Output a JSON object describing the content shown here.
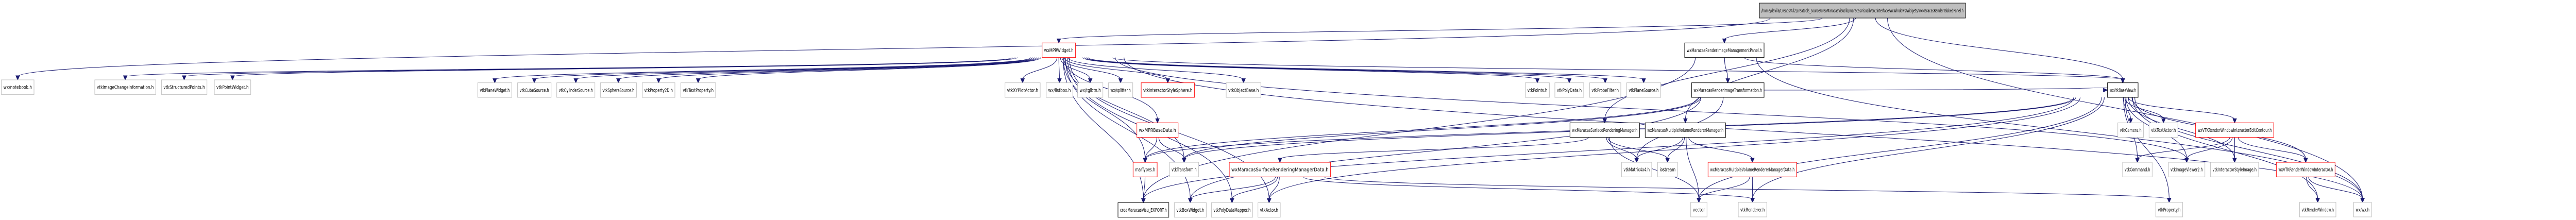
{
  "diagram": {
    "type": "include-dependency-graph",
    "styles": {
      "root": {
        "fill": "#bfbfbf",
        "stroke": "#000000"
      },
      "documented": {
        "fill": "#ffffff",
        "stroke": "#000000"
      },
      "truncated": {
        "fill": "#ffffff",
        "stroke": "#ff0000"
      },
      "external": {
        "fill": "#ffffff",
        "stroke": "#bfbfbf"
      },
      "edge_color": "#191970"
    },
    "nodes": [
      {
        "id": "root",
        "label": "/home/davila/Creatis/All2/creatools_source/creaMaracasVisu/lib/maracasVisuLib/src/interface/wxWindows/widgets/wxMaracasRenderTabbedPanel.h",
        "style": "root"
      },
      {
        "id": "wxMPRWidget",
        "label": "wxMPRWidget.h",
        "style": "truncated"
      },
      {
        "id": "wxMaracasRenderImageManagementPanel",
        "label": "wxMaracasRenderImageManagementPanel.h",
        "style": "documented"
      },
      {
        "id": "wxVtkBaseView",
        "label": "wxVtkBaseView.h",
        "style": "documented"
      },
      {
        "id": "wxMaracasRenderImageTransformation",
        "label": "wxMaracasRenderImageTransformation.h",
        "style": "documented"
      },
      {
        "id": "wxnotebook",
        "label": "wx/notebook.h",
        "style": "external"
      },
      {
        "id": "vtkImageChangeInformation",
        "label": "vtkImageChangeInformation.h",
        "style": "external"
      },
      {
        "id": "vtkStructuredPoints",
        "label": "vtkStructuredPoints.h",
        "style": "external"
      },
      {
        "id": "vtkPointWidget",
        "label": "vtkPointWidget.h",
        "style": "external"
      },
      {
        "id": "vtkPlaneWidget",
        "label": "vtkPlaneWidget.h",
        "style": "external"
      },
      {
        "id": "vtkCubeSource",
        "label": "vtkCubeSource.h",
        "style": "external"
      },
      {
        "id": "vtkCylinderSource",
        "label": "vtkCylinderSource.h",
        "style": "external"
      },
      {
        "id": "vtkSphereSource",
        "label": "vtkSphereSource.h",
        "style": "external"
      },
      {
        "id": "vtkProperty2D",
        "label": "vtkProperty2D.h",
        "style": "external"
      },
      {
        "id": "vtkTextProperty",
        "label": "vtkTextProperty.h",
        "style": "external"
      },
      {
        "id": "vtkXYPlotActor",
        "label": "vtkXYPlotActor.h",
        "style": "external"
      },
      {
        "id": "wxlistbox",
        "label": "wx/listbox.h",
        "style": "external"
      },
      {
        "id": "wxtglbtn",
        "label": "wx/tglbtn.h",
        "style": "external"
      },
      {
        "id": "wxsplitter",
        "label": "wx/splitter.h",
        "style": "external"
      },
      {
        "id": "vtkInteractorStyleSphere",
        "label": "vtkInteractorStyleSphere.h",
        "style": "truncated"
      },
      {
        "id": "vtkObjectBase",
        "label": "vtkObjectBase.h",
        "style": "external"
      },
      {
        "id": "vtkPoints",
        "label": "vtkPoints.h",
        "style": "external"
      },
      {
        "id": "vtkPolyData",
        "label": "vtkPolyData.h",
        "style": "external"
      },
      {
        "id": "vtkProbeFilter",
        "label": "vtkProbeFilter.h",
        "style": "external"
      },
      {
        "id": "vtkPlaneSource",
        "label": "vtkPlaneSource.h",
        "style": "external"
      },
      {
        "id": "wxMPRBaseData",
        "label": "wxMPRBaseData.h",
        "style": "truncated"
      },
      {
        "id": "wxMaracasSurfaceRenderingManager",
        "label": "wxMaracasSurfaceRenderingManager.h",
        "style": "documented"
      },
      {
        "id": "wxMaracasMultipleVolumeRendererManager",
        "label": "wxMaracasMultipleVolumeRendererManager.h",
        "style": "documented"
      },
      {
        "id": "vtkCamera",
        "label": "vtkCamera.h",
        "style": "external"
      },
      {
        "id": "vtkTextActor",
        "label": "vtkTextActor.h",
        "style": "external"
      },
      {
        "id": "wxVTKRenderWindowInteractorEditContour",
        "label": "wxVTKRenderWindowInteractorEditContour.h",
        "style": "truncated"
      },
      {
        "id": "marTypes",
        "label": "marTypes.h",
        "style": "truncated"
      },
      {
        "id": "vtkTransform",
        "label": "vtkTransform.h",
        "style": "external"
      },
      {
        "id": "wxMaracasSurfaceRenderingManagerData",
        "label": "wxMaracasSurfaceRenderingManagerData.h",
        "style": "truncated"
      },
      {
        "id": "vtkMatrix4x4",
        "label": "vtkMatrix4x4.h",
        "style": "external"
      },
      {
        "id": "iostream",
        "label": "iostream",
        "style": "external"
      },
      {
        "id": "wxMaracasMultipleVolumeRendererManagerData",
        "label": "wxMaracasMultipleVolumeRendererManagerData.h",
        "style": "truncated"
      },
      {
        "id": "vtkCommand",
        "label": "vtkCommand.h",
        "style": "external"
      },
      {
        "id": "vtkImageViewer2",
        "label": "vtkImageViewer2.h",
        "style": "external"
      },
      {
        "id": "vtkInteractorStyleImage",
        "label": "vtkInteractorStyleImage.h",
        "style": "external"
      },
      {
        "id": "wxVTKRenderWindowInteractor",
        "label": "wxVTKRenderWindowInteractor.h",
        "style": "truncated"
      },
      {
        "id": "creaMaracasVisu_EXPORT",
        "label": "creaMaracasVisu_EXPORT.h",
        "style": "documented"
      },
      {
        "id": "vtkBoxWidget",
        "label": "vtkBoxWidget.h",
        "style": "external"
      },
      {
        "id": "vtkPolyDataMapper",
        "label": "vtkPolyDataMapper.h",
        "style": "external"
      },
      {
        "id": "vtkActor",
        "label": "vtkActor.h",
        "style": "external"
      },
      {
        "id": "vector",
        "label": "vector",
        "style": "external"
      },
      {
        "id": "vtkRenderer",
        "label": "vtkRenderer.h",
        "style": "external"
      },
      {
        "id": "vtkProperty",
        "label": "vtkProperty.h",
        "style": "external"
      },
      {
        "id": "vtkRenderWindow",
        "label": "vtkRenderWindow.h",
        "style": "external"
      },
      {
        "id": "wxwx",
        "label": "wx/wx.h",
        "style": "external"
      }
    ],
    "edges": [
      [
        "root",
        "wxMPRWidget"
      ],
      [
        "root",
        "wxMaracasRenderImageManagementPanel"
      ],
      [
        "root",
        "wxVtkBaseView"
      ],
      [
        "root",
        "wxnotebook"
      ],
      [
        "root",
        "wxwx"
      ],
      [
        "root",
        "wxMaracasSurfaceRenderingManager"
      ],
      [
        "root",
        "wxMaracasMultipleVolumeRendererManager"
      ],
      [
        "wxMPRWidget",
        "vtkImageChangeInformation"
      ],
      [
        "wxMPRWidget",
        "vtkStructuredPoints"
      ],
      [
        "wxMPRWidget",
        "vtkPointWidget"
      ],
      [
        "wxMPRWidget",
        "vtkPlaneWidget"
      ],
      [
        "wxMPRWidget",
        "vtkCubeSource"
      ],
      [
        "wxMPRWidget",
        "vtkCylinderSource"
      ],
      [
        "wxMPRWidget",
        "vtkSphereSource"
      ],
      [
        "wxMPRWidget",
        "vtkProperty2D"
      ],
      [
        "wxMPRWidget",
        "vtkTextProperty"
      ],
      [
        "wxMPRWidget",
        "vtkXYPlotActor"
      ],
      [
        "wxMPRWidget",
        "wxlistbox"
      ],
      [
        "wxMPRWidget",
        "wxtglbtn"
      ],
      [
        "wxMPRWidget",
        "wxsplitter"
      ],
      [
        "wxMPRWidget",
        "vtkInteractorStyleSphere"
      ],
      [
        "wxMPRWidget",
        "vtkObjectBase"
      ],
      [
        "wxMPRWidget",
        "vtkPoints"
      ],
      [
        "wxMPRWidget",
        "vtkPolyData"
      ],
      [
        "wxMPRWidget",
        "vtkProbeFilter"
      ],
      [
        "wxMPRWidget",
        "vtkPlaneSource"
      ],
      [
        "wxMPRWidget",
        "wxMPRBaseData"
      ],
      [
        "wxMPRWidget",
        "marTypes"
      ],
      [
        "wxMPRWidget",
        "vtkTransform"
      ],
      [
        "wxMPRWidget",
        "vtkBoxWidget"
      ],
      [
        "wxMPRWidget",
        "vtkPolyDataMapper"
      ],
      [
        "wxMPRWidget",
        "vtkActor"
      ],
      [
        "wxMPRWidget",
        "wxVtkBaseView"
      ],
      [
        "wxMPRWidget",
        "creaMaracasVisu_EXPORT"
      ],
      [
        "wxMPRWidget",
        "vtkImageViewer2"
      ],
      [
        "wxMPRWidget",
        "wxwx"
      ],
      [
        "wxMaracasRenderImageManagementPanel",
        "wxMaracasRenderImageTransformation"
      ],
      [
        "wxMaracasRenderImageManagementPanel",
        "wxVtkBaseView"
      ],
      [
        "wxMaracasRenderImageManagementPanel",
        "creaMaracasVisu_EXPORT"
      ],
      [
        "wxMaracasRenderImageManagementPanel",
        "wxwx"
      ],
      [
        "wxMaracasRenderImageTransformation",
        "vtkTransform"
      ],
      [
        "wxMaracasRenderImageTransformation",
        "vtkMatrix4x4"
      ],
      [
        "wxMaracasRenderImageTransformation",
        "wxVtkBaseView"
      ],
      [
        "wxMaracasRenderImageTransformation",
        "marTypes"
      ],
      [
        "wxMaracasRenderImageTransformation",
        "vtkBoxWidget"
      ],
      [
        "wxMPRBaseData",
        "marTypes"
      ],
      [
        "wxMPRBaseData",
        "vtkTransform"
      ],
      [
        "marTypes",
        "creaMaracasVisu_EXPORT"
      ],
      [
        "wxMaracasSurfaceRenderingManager",
        "wxMaracasSurfaceRenderingManagerData"
      ],
      [
        "wxMaracasSurfaceRenderingManager",
        "vtkMatrix4x4"
      ],
      [
        "wxMaracasSurfaceRenderingManager",
        "iostream"
      ],
      [
        "wxMaracasSurfaceRenderingManager",
        "vector"
      ],
      [
        "wxMaracasMultipleVolumeRendererManager",
        "wxMaracasMultipleVolumeRendererManagerData"
      ],
      [
        "wxMaracasMultipleVolumeRendererManager",
        "vtkMatrix4x4"
      ],
      [
        "wxMaracasMultipleVolumeRendererManager",
        "iostream"
      ],
      [
        "wxMaracasMultipleVolumeRendererManager",
        "vector"
      ],
      [
        "wxMaracasSurfaceRenderingManagerData",
        "vtkBoxWidget"
      ],
      [
        "wxMaracasSurfaceRenderingManagerData",
        "vtkPolyDataMapper"
      ],
      [
        "wxMaracasSurfaceRenderingManagerData",
        "vtkActor"
      ],
      [
        "wxMaracasSurfaceRenderingManagerData",
        "vtkRenderer"
      ],
      [
        "wxMaracasSurfaceRenderingManagerData",
        "vtkProperty"
      ],
      [
        "wxMaracasMultipleVolumeRendererManagerData",
        "vector"
      ],
      [
        "wxMaracasMultipleVolumeRendererManagerData",
        "vtkRenderer"
      ],
      [
        "wxVtkBaseView",
        "vtkCamera"
      ],
      [
        "wxVtkBaseView",
        "vtkTextActor"
      ],
      [
        "wxVtkBaseView",
        "wxVTKRenderWindowInteractorEditContour"
      ],
      [
        "wxVtkBaseView",
        "vtkCommand"
      ],
      [
        "wxVtkBaseView",
        "vtkImageViewer2"
      ],
      [
        "wxVtkBaseView",
        "vtkInteractorStyleImage"
      ],
      [
        "wxVtkBaseView",
        "wxVTKRenderWindowInteractor"
      ],
      [
        "wxVtkBaseView",
        "vtkRenderWindow"
      ],
      [
        "wxVtkBaseView",
        "wxwx"
      ],
      [
        "wxVtkBaseView",
        "vtkProperty"
      ],
      [
        "wxVtkBaseView",
        "vector"
      ],
      [
        "wxVtkBaseView",
        "vtkRenderer"
      ],
      [
        "wxVtkBaseView",
        "vtkActor"
      ],
      [
        "wxVtkBaseView",
        "marTypes"
      ],
      [
        "wxVtkBaseView",
        "vtkTransform"
      ],
      [
        "wxVtkBaseView",
        "creaMaracasVisu_EXPORT"
      ],
      [
        "wxVTKRenderWindowInteractorEditContour",
        "vtkCommand"
      ],
      [
        "wxVTKRenderWindowInteractorEditContour",
        "vtkImageViewer2"
      ],
      [
        "wxVTKRenderWindowInteractorEditContour",
        "vtkInteractorStyleImage"
      ],
      [
        "wxVTKRenderWindowInteractorEditContour",
        "wxVTKRenderWindowInteractor"
      ],
      [
        "wxVTKRenderWindowInteractor",
        "vtkRenderWindow"
      ],
      [
        "wxVTKRenderWindowInteractor",
        "wxwx"
      ]
    ]
  }
}
